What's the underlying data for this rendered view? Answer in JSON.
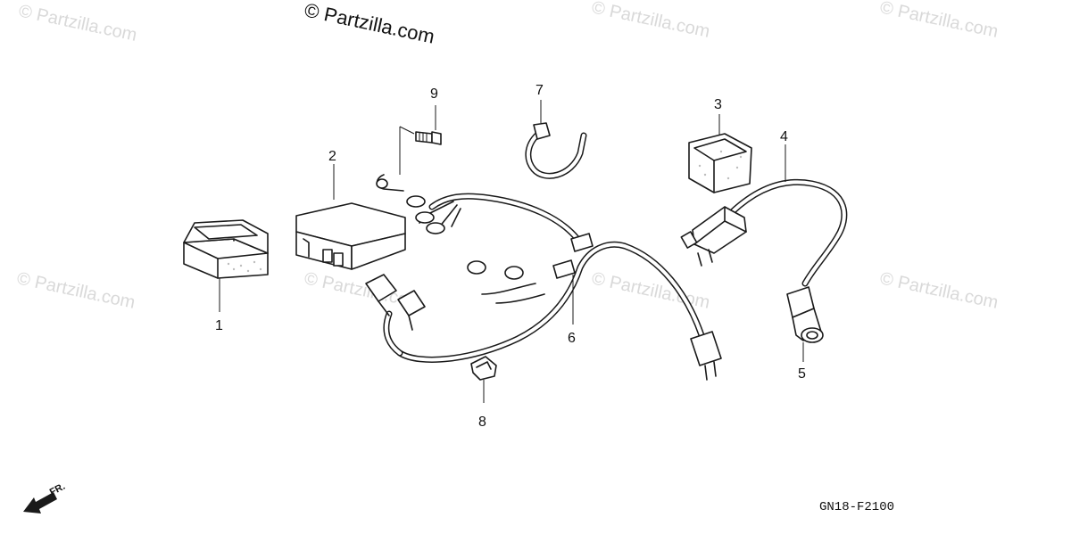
{
  "watermark": {
    "main": "© Partzilla.com",
    "repeat": "© Partzilla.com"
  },
  "callouts": {
    "c1": "1",
    "c2": "2",
    "c3": "3",
    "c4": "4",
    "c5": "5",
    "c6": "6",
    "c7": "7",
    "c8": "8",
    "c9": "9"
  },
  "diagram_code": "GN18-F2100",
  "front_indicator": "FR.",
  "colors": {
    "line": "#1a1a1a",
    "watermark": "#d9d9d9",
    "background": "#ffffff"
  }
}
